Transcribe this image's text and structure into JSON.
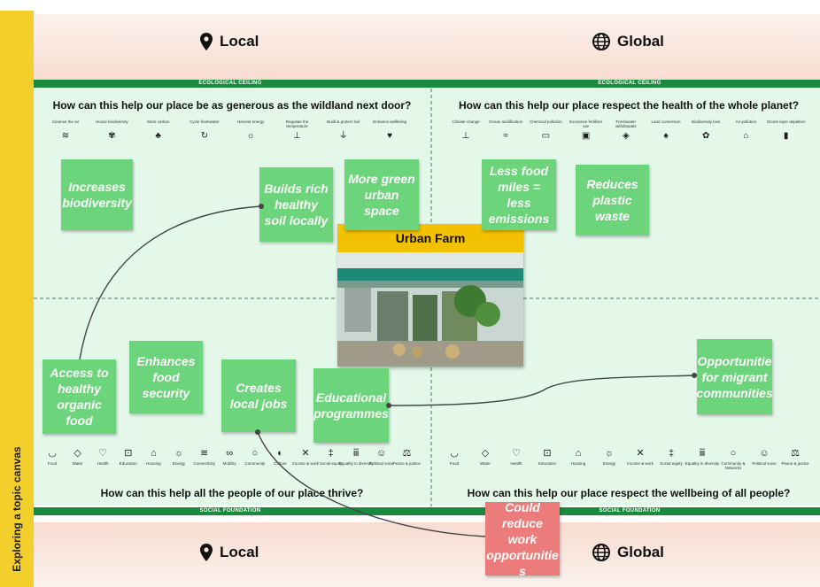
{
  "side_label": "Exploring a topic canvas",
  "header": {
    "local": "Local",
    "global": "Global"
  },
  "bars": {
    "ecological_ceiling": "ECOLOGICAL CEILING",
    "social_foundation": "SOCIAL FOUNDATION"
  },
  "questions": {
    "ecological_local": "How can this help our place be as generous as the wildland next door?",
    "ecological_global": "How can this help our place respect the health of the whole planet?",
    "social_local": "How can this help all the people of our place thrive?",
    "social_global": "How can this help our place respect the wellbeing of all people?"
  },
  "icons": {
    "ecological_local": [
      {
        "label": "Cleanse the air",
        "icon": "wind-icon",
        "glyph": "≋"
      },
      {
        "label": "House biodiversity",
        "icon": "butterfly-icon",
        "glyph": "✾"
      },
      {
        "label": "Store carbon",
        "icon": "tree-icon",
        "glyph": "♣"
      },
      {
        "label": "Cycle freshwater",
        "icon": "water-cycle-icon",
        "glyph": "↻"
      },
      {
        "label": "Harvest energy",
        "icon": "sun-icon",
        "glyph": "☼"
      },
      {
        "label": "Regulate the temperature",
        "icon": "thermometer-icon",
        "glyph": "⊥"
      },
      {
        "label": "Build & protect soil",
        "icon": "soil-icon",
        "glyph": "⏚"
      },
      {
        "label": "Enhance wellbeing",
        "icon": "heart-icon",
        "glyph": "♥"
      }
    ],
    "ecological_global": [
      {
        "label": "Climate change",
        "icon": "thermometer-icon",
        "glyph": "⊥"
      },
      {
        "label": "Ocean acidification",
        "icon": "ocean-icon",
        "glyph": "≈"
      },
      {
        "label": "Chemical pollution",
        "icon": "battery-icon",
        "glyph": "▭"
      },
      {
        "label": "Excessive fertilizer use",
        "icon": "fertilizer-icon",
        "glyph": "▣"
      },
      {
        "label": "Freshwater withdrawals",
        "icon": "drop-icon",
        "glyph": "◈"
      },
      {
        "label": "Land conversion",
        "icon": "forest-icon",
        "glyph": "♠"
      },
      {
        "label": "Biodiversity loss",
        "icon": "flower-icon",
        "glyph": "✿"
      },
      {
        "label": "Air pollution",
        "icon": "factory-icon",
        "glyph": "⌂"
      },
      {
        "label": "Ozone layer depletion",
        "icon": "spray-icon",
        "glyph": "▮"
      }
    ],
    "social_local": [
      {
        "label": "Food",
        "icon": "bowl-icon",
        "glyph": "◡"
      },
      {
        "label": "Water",
        "icon": "drop-icon",
        "glyph": "◇"
      },
      {
        "label": "Health",
        "icon": "heart-hand-icon",
        "glyph": "♡"
      },
      {
        "label": "Education",
        "icon": "book-icon",
        "glyph": "⊡"
      },
      {
        "label": "Housing",
        "icon": "house-icon",
        "glyph": "⌂"
      },
      {
        "label": "Energy",
        "icon": "sun-icon",
        "glyph": "☼"
      },
      {
        "label": "Connectivity",
        "icon": "wifi-icon",
        "glyph": "≋"
      },
      {
        "label": "Mobility",
        "icon": "bicycle-icon",
        "glyph": "∞"
      },
      {
        "label": "Community",
        "icon": "community-icon",
        "glyph": "○"
      },
      {
        "label": "Culture",
        "icon": "culture-icon",
        "glyph": "◐"
      },
      {
        "label": "Income & work",
        "icon": "tools-icon",
        "glyph": "✕"
      },
      {
        "label": "Social equity",
        "icon": "people-icon",
        "glyph": "‡"
      },
      {
        "label": "Equality in diversity",
        "icon": "group-icon",
        "glyph": "ⅲ"
      },
      {
        "label": "Political voice",
        "icon": "voice-icon",
        "glyph": "☺"
      },
      {
        "label": "Peace & justice",
        "icon": "scales-icon",
        "glyph": "⚖"
      }
    ],
    "social_global": [
      {
        "label": "Food",
        "icon": "bowl-icon",
        "glyph": "◡"
      },
      {
        "label": "Water",
        "icon": "drop-icon",
        "glyph": "◇"
      },
      {
        "label": "Health",
        "icon": "heart-hand-icon",
        "glyph": "♡"
      },
      {
        "label": "Education",
        "icon": "book-icon",
        "glyph": "⊡"
      },
      {
        "label": "Housing",
        "icon": "house-icon",
        "glyph": "⌂"
      },
      {
        "label": "Energy",
        "icon": "sun-icon",
        "glyph": "☼"
      },
      {
        "label": "Income & work",
        "icon": "tools-icon",
        "glyph": "✕"
      },
      {
        "label": "Social equity",
        "icon": "people-icon",
        "glyph": "‡"
      },
      {
        "label": "Equality in diversity",
        "icon": "group-icon",
        "glyph": "ⅲ"
      },
      {
        "label": "Community & Networks",
        "icon": "community-icon",
        "glyph": "○"
      },
      {
        "label": "Political voice",
        "icon": "voice-icon",
        "glyph": "☺"
      },
      {
        "label": "Peace & justice",
        "icon": "scales-icon",
        "glyph": "⚖"
      }
    ]
  },
  "notes": {
    "increases_biodiversity": "Increases biodiversity",
    "builds_soil": "Builds rich healthy soil locally",
    "green_space": "More green urban space",
    "food_miles": "Less food miles = less emissions",
    "reduces_plastic": "Reduces plastic waste",
    "access_food": "Access to healthy organic food",
    "food_security": "Enhances food security",
    "local_jobs": "Creates local jobs",
    "educational": "Educational programmes",
    "migrant": "Opportunitie for migrant communities",
    "reduce_work": "Could reduce work opportunitie s"
  },
  "center": {
    "title": "Urban Farm",
    "photo_icon": "urban-farm-photo"
  },
  "colors": {
    "accent_yellow": "#f3cf2b",
    "bar_green": "#1a8a3c",
    "field_green": "#e4f8ea",
    "note_green": "#6cd47a",
    "note_red": "#ec7c7c",
    "title_yellow": "#f2c200"
  }
}
